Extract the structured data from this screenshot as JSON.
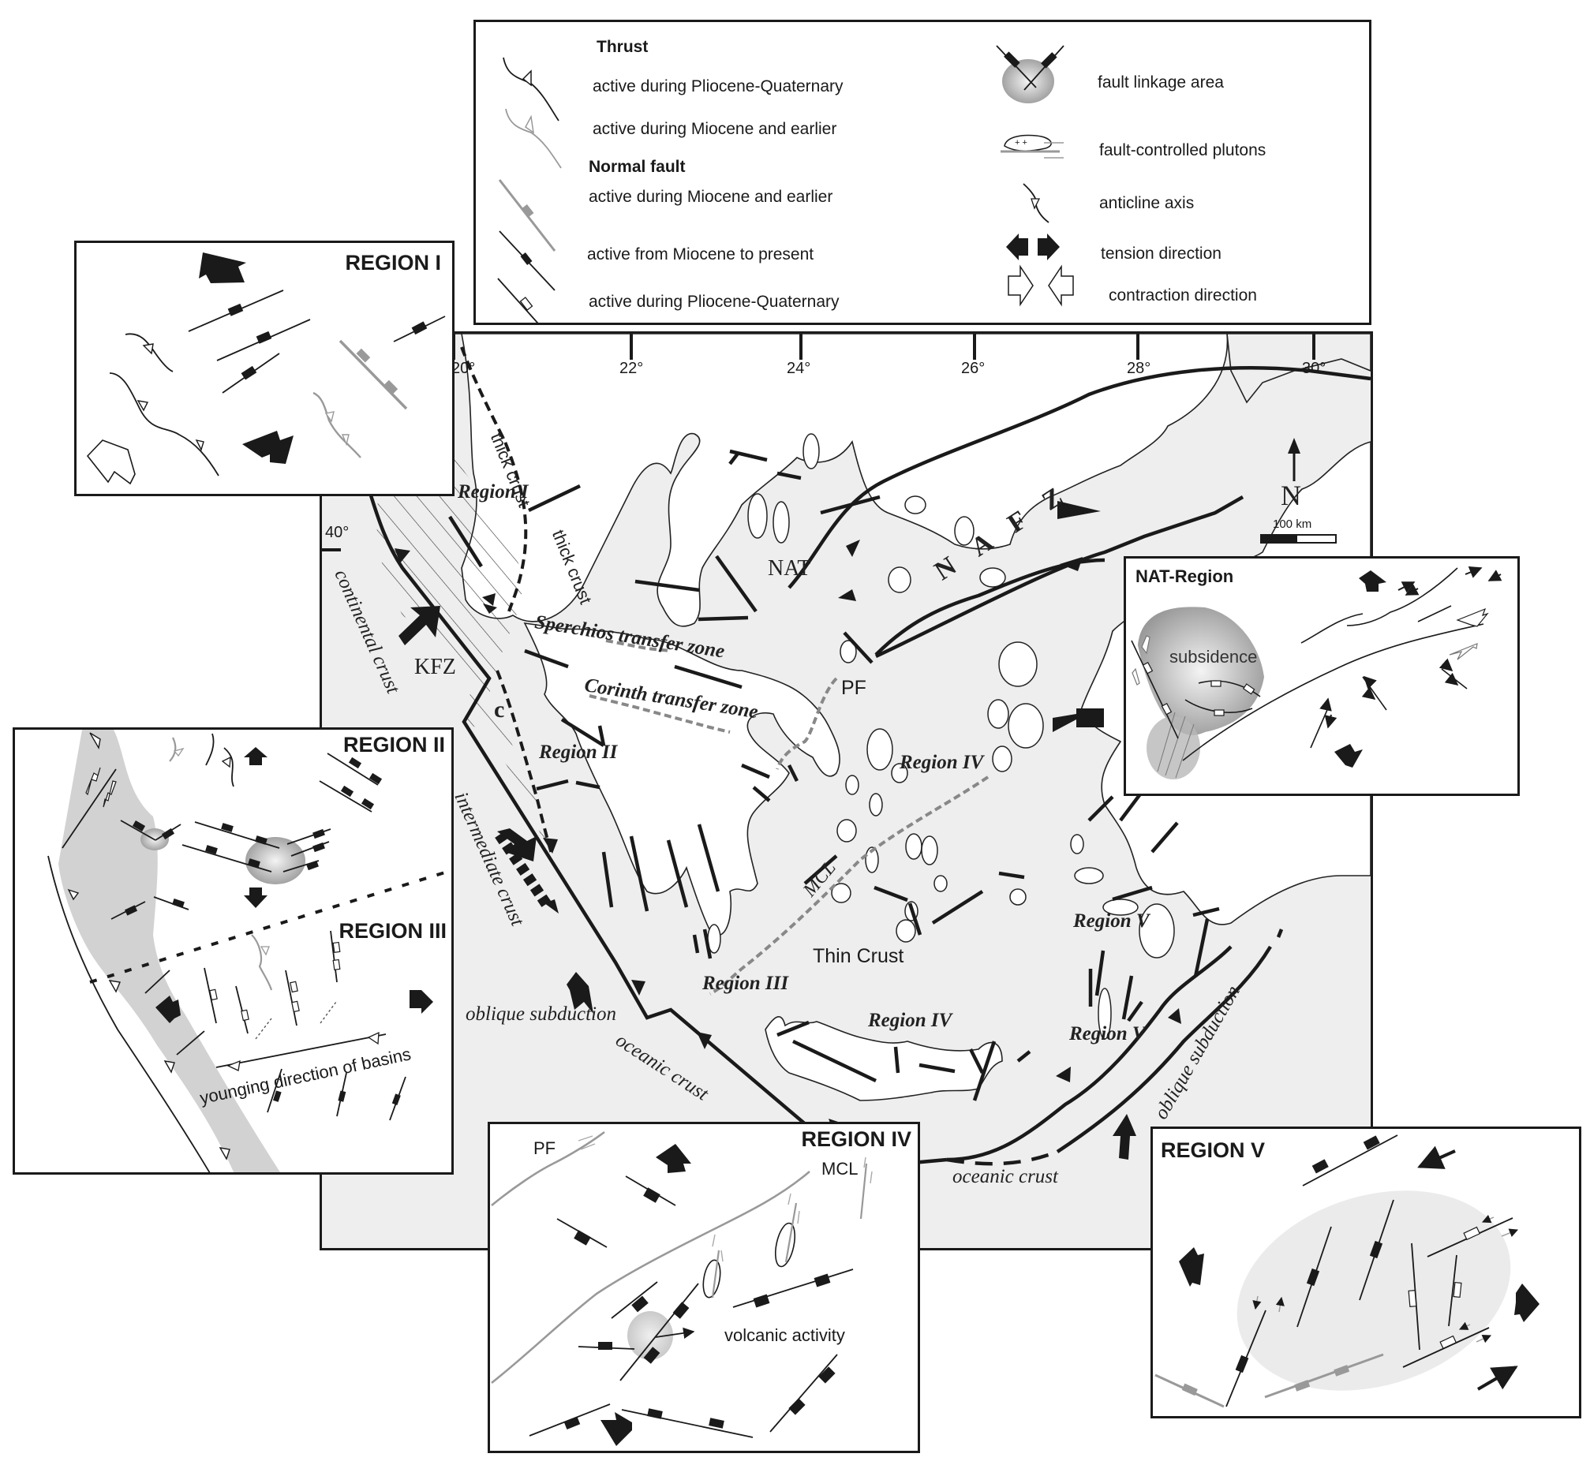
{
  "legend": {
    "thrust_heading": "Thrust",
    "thrust_items": [
      {
        "label": "active during Pliocene-Quaternary",
        "style": "black-thrust"
      },
      {
        "label": "active during Miocene and earlier",
        "style": "gray-thrust"
      }
    ],
    "normal_heading": "Normal fault",
    "normal_items": [
      {
        "label": "active during Miocene and earlier",
        "style": "gray-normal"
      },
      {
        "label": "active from Miocene to present",
        "style": "black-normal"
      },
      {
        "label": "active during Pliocene-Quaternary",
        "style": "open-normal"
      }
    ],
    "right_items": [
      {
        "label": "fault linkage area",
        "icon": "fault-linkage-icon"
      },
      {
        "label": "fault-controlled plutons",
        "icon": "pluton-icon"
      },
      {
        "label": "anticline axis",
        "icon": "anticline-icon"
      },
      {
        "label": "tension direction",
        "icon": "tension-arrows-icon"
      },
      {
        "label": "contraction direction",
        "icon": "contraction-arrows-icon"
      }
    ]
  },
  "map": {
    "longitude_ticks": [
      "20°",
      "22°",
      "24°",
      "26°",
      "28°",
      "30°"
    ],
    "latitude_ticks": [
      "40°"
    ],
    "north_label": "N",
    "scale_label": "100 km",
    "labels": {
      "region_i": "Region I",
      "region_ii": "Region II",
      "region_iii": "Region III",
      "region_iv_a": "Region IV",
      "region_iv_b": "Region IV",
      "region_v_a": "Region V",
      "region_v_b": "Region V",
      "thick_crust_a": "thick crust",
      "thick_crust_b": "thick crust",
      "continental_crust": "continental crust",
      "intermediate_crust": "intermediate crust",
      "oceanic_crust_a": "oceanic crust",
      "oceanic_crust_b": "oceanic crust",
      "oblique_subduction_a": "oblique subduction",
      "oblique_subduction_b": "oblique subduction",
      "thin_crust": "Thin Crust",
      "sperchios": "Sperchios transfer zone",
      "corinth": "Corinth transfer zone",
      "kfz": "KFZ",
      "nat": "NAT",
      "nafz": "N A F Z",
      "pf": "PF",
      "mcl": "MCL",
      "c": "c"
    },
    "colors": {
      "sea": "#eeeeef",
      "land": "#ffffff",
      "line": "#1a1a1a",
      "dashed_gray": "#888888"
    }
  },
  "insets": {
    "region_i": {
      "title": "REGION I"
    },
    "region_ii": {
      "title": "REGION II"
    },
    "region_iii": {
      "title": "REGION III",
      "basin_label": "younging direction of basins"
    },
    "nat_region": {
      "title": "NAT-Region",
      "subsidence_label": "subsidence"
    },
    "region_iv": {
      "title": "REGION IV",
      "pf_label": "PF",
      "mcl_label": "MCL",
      "volcanic_label": "volcanic activity"
    },
    "region_v": {
      "title": "REGION V"
    }
  }
}
